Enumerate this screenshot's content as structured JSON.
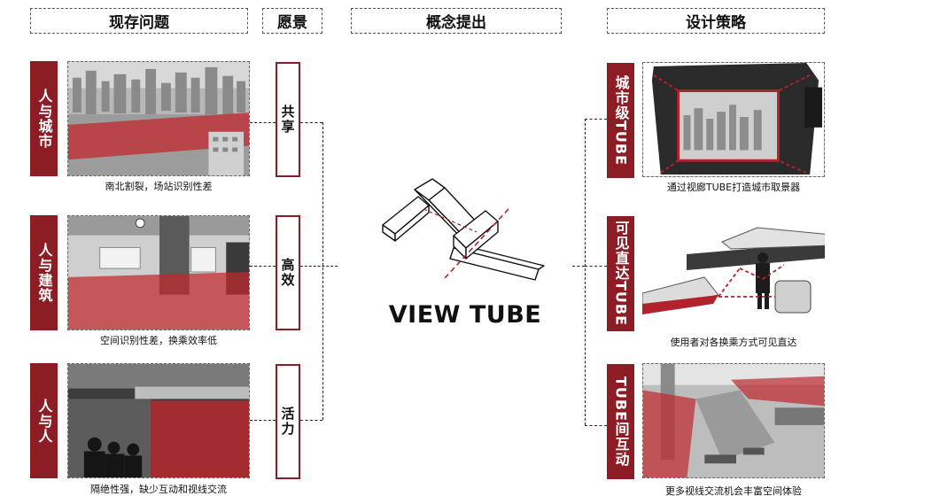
{
  "headers": {
    "problems": "现存问题",
    "vision": "愿景",
    "concept": "概念提出",
    "strategy": "设计策略"
  },
  "problems": [
    {
      "tab": "人与城市",
      "caption": "南北割裂，场站识别性差"
    },
    {
      "tab": "人与建筑",
      "caption": "空间识别性差，换乘效率低"
    },
    {
      "tab": "人与人",
      "caption": "隔绝性强，缺少互动和视线交流"
    }
  ],
  "visions": [
    "共享",
    "高效",
    "活力"
  ],
  "concept_title": "VIEW TUBE",
  "strategies": [
    {
      "tab": "城市级TUBE",
      "caption": "通过视廊TUBE打造城市取景器"
    },
    {
      "tab": "可见直达TUBE",
      "caption": "使用者对各换乘方式可见直达"
    },
    {
      "tab": "TUBE间互动",
      "caption": "更多视线交流机会丰富空间体验"
    }
  ],
  "colors": {
    "accent": "#8c1d24",
    "overlay": "#c0282e"
  }
}
